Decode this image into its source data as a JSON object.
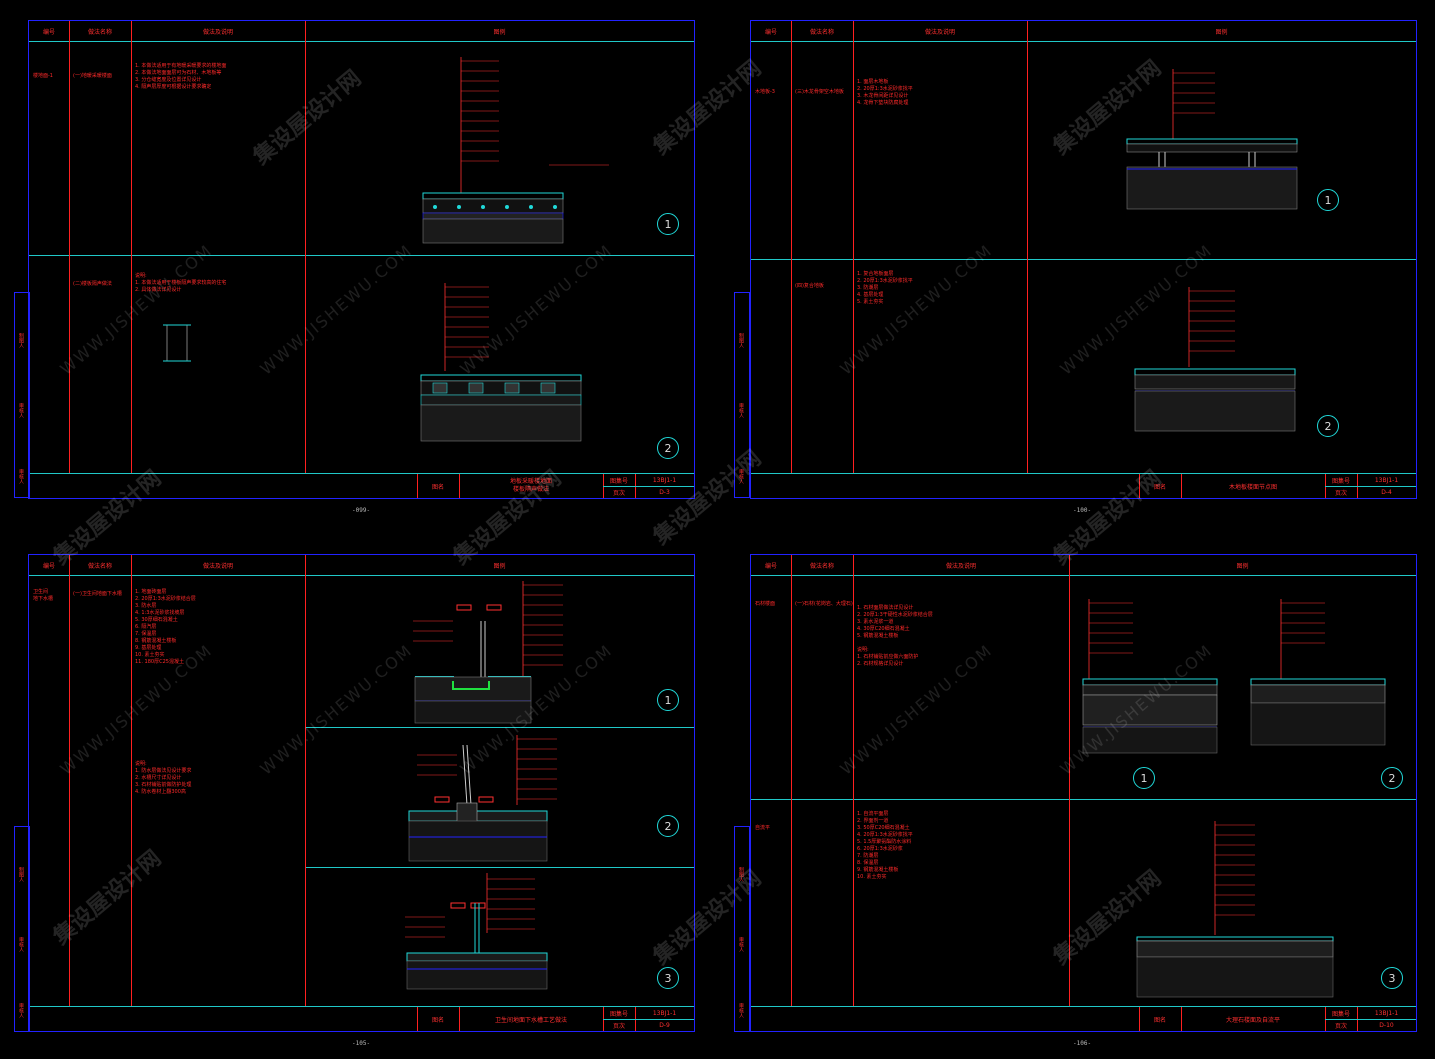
{
  "headers": {
    "no": "编号",
    "name": "做法名称",
    "notes": "做法及说明",
    "diagram": "图例"
  },
  "watermark": {
    "cn": "集设屋设计网",
    "en": "WWW.JISHEWU.COM"
  },
  "side_labels": [
    "制图人",
    "审核人",
    "审核人"
  ],
  "sheets": [
    {
      "page": "-099-",
      "title_label": "图名",
      "title": "地板采暖楼地面\n楼板隔声做法",
      "drawing_no_label": "图集号",
      "drawing_no": "13BJ1-1",
      "page_label": "页次",
      "page_no": "D-3",
      "rows": [
        {
          "code": "楼地面-1",
          "name": "(一)地暖采暖楼面",
          "notes": "1. 本做法适用于有地暖采暖要求的楼地面\n2. 本做法地面面层可为石材、木地板等\n3. 分仓缝宽度及位置详见设计\n4. 隔声层厚度可根据设计要求确定",
          "circle": "1"
        },
        {
          "code": "",
          "name": "(二)楼板隔声做法",
          "notes": "说明:\n1. 本做法适用于楼板隔声要求较高的住宅\n2. 具体做法详见设计",
          "circle": "2"
        }
      ]
    },
    {
      "page": "-100-",
      "title_label": "图名",
      "title": "木地板楼面节点图",
      "drawing_no_label": "图集号",
      "drawing_no": "13BJ1-1",
      "page_label": "页次",
      "page_no": "D-4",
      "rows": [
        {
          "code": "木地板-3",
          "name": "(三)木龙骨架空木地板",
          "notes": "1. 面层木地板\n2. 20厚1:3水泥砂浆找平\n3. 木龙骨间距详见设计\n4. 龙骨下垫块防腐处理",
          "circle": "1"
        },
        {
          "code": "",
          "name": "(四)复合地板",
          "notes": "1. 复合地板面层\n2. 20厚1:3水泥砂浆找平\n3. 防潮层\n4. 基层处理\n5. 素土夯实",
          "circle": "2"
        }
      ]
    },
    {
      "page": "-105-",
      "title_label": "图名",
      "title": "卫生间地面下水槽工艺做法",
      "drawing_no_label": "图集号",
      "drawing_no": "13BJ1-1",
      "page_label": "页次",
      "page_no": "D-9",
      "rows": [
        {
          "code": "卫生间\n地下水槽",
          "name": "(一)卫生间地面下水槽",
          "notes": "1. 地面砖面层\n2. 20厚1:3水泥砂浆结合层\n3. 防水层\n4. 1:3水泥砂浆找坡层\n5. 30厚细石混凝土\n6. 隔汽层\n7. 保温层\n8. 钢筋混凝土楼板\n9. 基层处理\n10. 素土夯实\n11. 180厚C25混凝土",
          "circle": "1"
        },
        {
          "code": "",
          "name": "",
          "notes": "说明:\n1. 防水层做法见设计要求\n2. 水槽尺寸详见设计\n3. 石材铺贴前做防护处理\n4. 防水卷材上翻300高",
          "circle": "2"
        },
        {
          "code": "",
          "name": "",
          "notes": "",
          "circle": "3"
        }
      ]
    },
    {
      "page": "-106-",
      "title_label": "图名",
      "title": "大理石楼面及自流平",
      "drawing_no_label": "图集号",
      "drawing_no": "13BJ1-1",
      "page_label": "页次",
      "page_no": "D-10",
      "rows": [
        {
          "code": "石材楼面",
          "name": "(一)石材(花岗岩、大理石)",
          "notes": "1. 石材面层做法详见设计\n2. 20厚1:3干硬性水泥砂浆结合层\n3. 素水泥浆一道\n4. 30厚C20细石混凝土\n5. 钢筋混凝土楼板\n\n说明:\n1. 石材铺贴前应做六面防护\n2. 石材规格详见设计",
          "circle": "1"
        },
        {
          "code": "自流平",
          "name": "",
          "notes": "1. 自流平面层\n2. 界面剂一道\n3. 50厚C20细石混凝土\n4. 20厚1:3水泥砂浆找平\n5. 1.5厚聚氨酯防水涂料\n6. 20厚1:3水泥砂浆\n7. 防潮层\n8. 保温层\n9. 钢筋混凝土楼板\n10. 素土夯实",
          "circle": "3"
        }
      ],
      "extra_circle": "2"
    }
  ]
}
